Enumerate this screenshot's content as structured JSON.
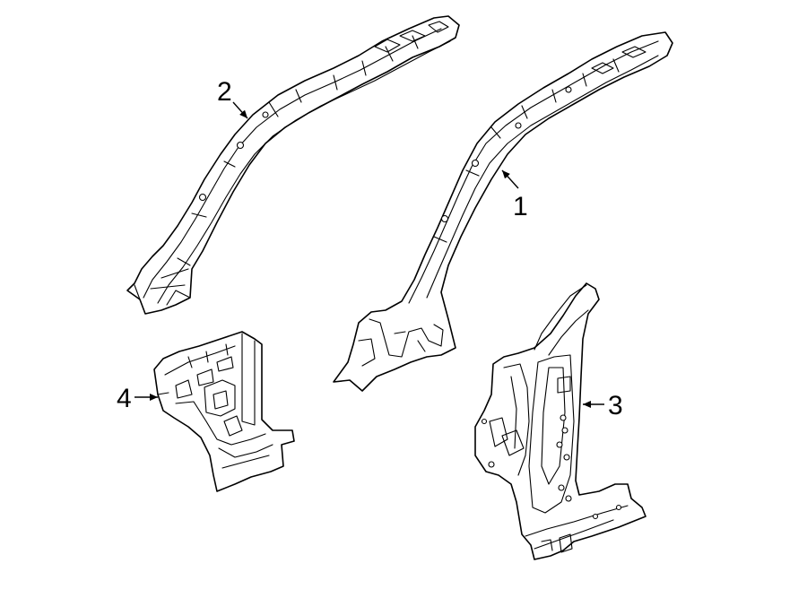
{
  "callouts": {
    "part1": "1",
    "part2": "2",
    "part3": "3",
    "part4": "4"
  },
  "colors": {
    "line": "#000000",
    "background": "#ffffff"
  }
}
